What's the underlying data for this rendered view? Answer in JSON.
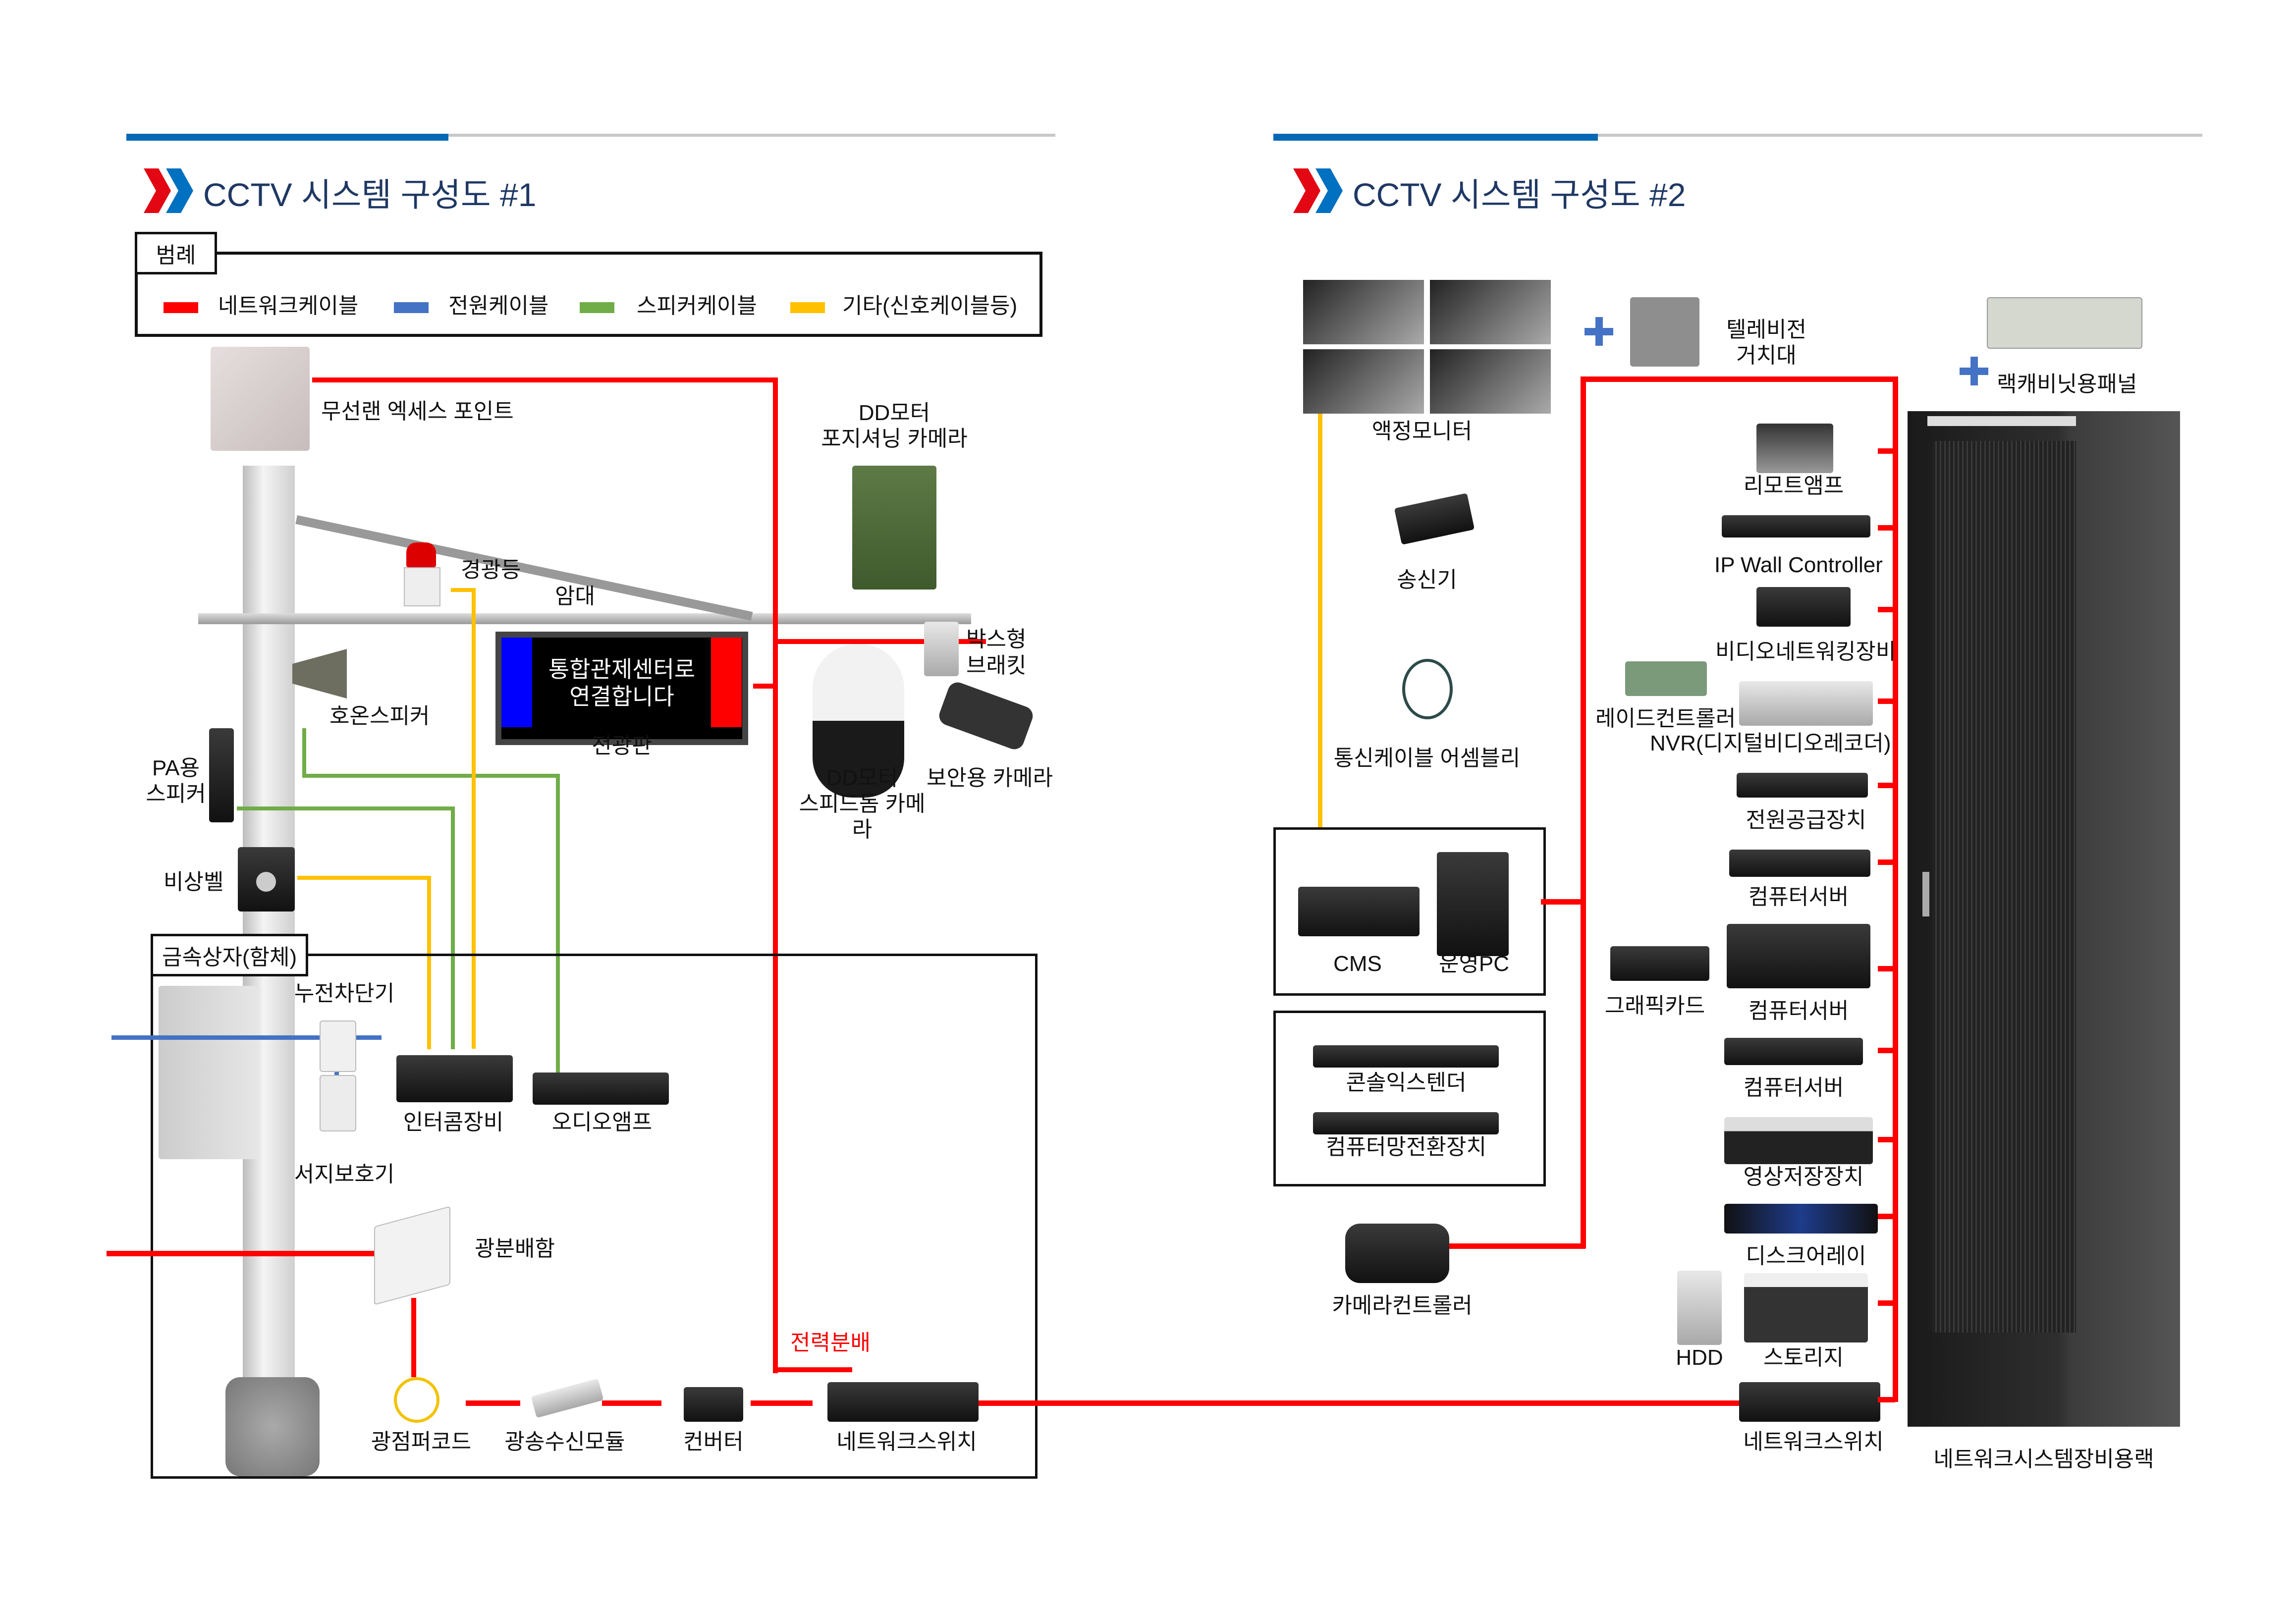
{
  "sections": [
    {
      "title": "CCTV 시스템 구성도 #1"
    },
    {
      "title": "CCTV 시스템 구성도 #2"
    }
  ],
  "legend": {
    "title": "범례",
    "items": [
      {
        "label": "네트워크케이블",
        "color": "#ff0000"
      },
      {
        "label": "전원케이블",
        "color": "#4472c4"
      },
      {
        "label": "스피커케이블",
        "color": "#70ad47"
      },
      {
        "label": "기타(신호케이블등)",
        "color": "#ffc000"
      }
    ]
  },
  "diagram1": {
    "wireless_ap": "무선랜 엑세스 포인트",
    "ptz_camera": [
      "DD모터",
      "포지셔닝 카메라"
    ],
    "warning_light": "경광등",
    "arm": "암대",
    "led_sign": {
      "line1": "통합관제센터로",
      "line2": "연결합니다",
      "label": "전광판"
    },
    "box_bracket": [
      "박스형",
      "브래킷"
    ],
    "horn_speaker": "호온스피커",
    "pa_speaker": [
      "PA용",
      "스피커"
    ],
    "speed_dome": [
      "DD모터",
      "스피드돔 카메",
      "라"
    ],
    "security_camera": "보안용 카메라",
    "emergency_bell": "비상벨",
    "enclosure": "금속상자(함체)",
    "breaker": "누전차단기",
    "surge_protector": "서지보호기",
    "intercom": "인터콤장비",
    "audio_amp": "오디오앰프",
    "fiber_box": "광분배함",
    "power_dist": "전력분배",
    "patch_cord": "광점퍼코드",
    "sfp": "광송수신모듈",
    "converter": "컨버터",
    "switch": "네트워크스위치"
  },
  "diagram2": {
    "monitor": "액정모니터",
    "tv_mount": [
      "텔레비전",
      "거치대"
    ],
    "rack_panel": "랙캐비닛용패널",
    "transmitter": "송신기",
    "cable_assembly": "통신케이블 어셈블리",
    "cms": "CMS",
    "ops_pc": "운영PC",
    "kvm_extender": "콘솔익스텐더",
    "kvm_switch": "컴퓨터망전환장치",
    "camera_controller": "카메라컨트롤러",
    "remote_amp": "리모트앰프",
    "ip_wall": "IP Wall Controller",
    "video_networking": "비디오네트워킹장비",
    "raid": "레이드컨트롤러",
    "nvr": "NVR(디지털비디오레코더)",
    "psu": "전원공급장치",
    "server1": "컴퓨터서버",
    "gpu": "그래픽카드",
    "server2": "컴퓨터서버",
    "server3": "컴퓨터서버",
    "vss": "영상저장장치",
    "disk_array": "디스크어레이",
    "hdd": "HDD",
    "storage": "스토리지",
    "switch": "네트워크스위치",
    "rack": "네트워크시스템장비용랙"
  }
}
